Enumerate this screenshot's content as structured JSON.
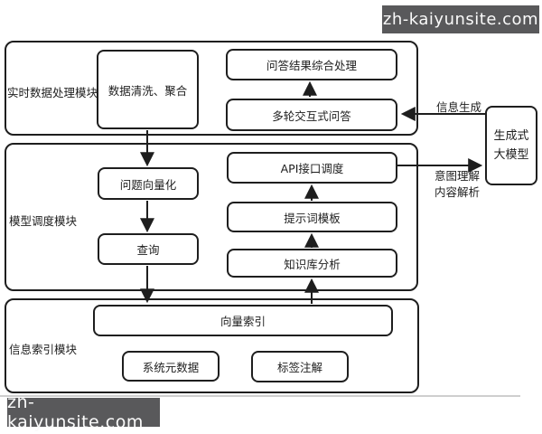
{
  "watermark": {
    "text": "zh-kaiyunsite.com",
    "bg_color": "#59595b",
    "text_color": "#fafafa"
  },
  "diagram": {
    "line_color": "#1e1e1e",
    "modules": {
      "realtime": {
        "label": "实时数据处理模块"
      },
      "scheduling": {
        "label": "模型调度模块"
      },
      "indexing": {
        "label": "信息索引模块"
      }
    },
    "nodes": {
      "data_cleaning": "数据清洗、聚合",
      "qa_result": "问答结果综合处理",
      "multi_turn_qa": "多轮交互式问答",
      "question_vectorization": "问题向量化",
      "query": "查询",
      "api_dispatch": "API接口调度",
      "prompt_template": "提示词模板",
      "kb_analysis": "知识库分析",
      "vector_index": "向量索引",
      "system_metadata": "系统元数据",
      "tag_annotation": "标签注解",
      "generative_model": "生成式大模型"
    },
    "edge_labels": {
      "info_generation": "信息生成",
      "intent_line1": "意图理解",
      "intent_line2": "内容解析"
    }
  }
}
